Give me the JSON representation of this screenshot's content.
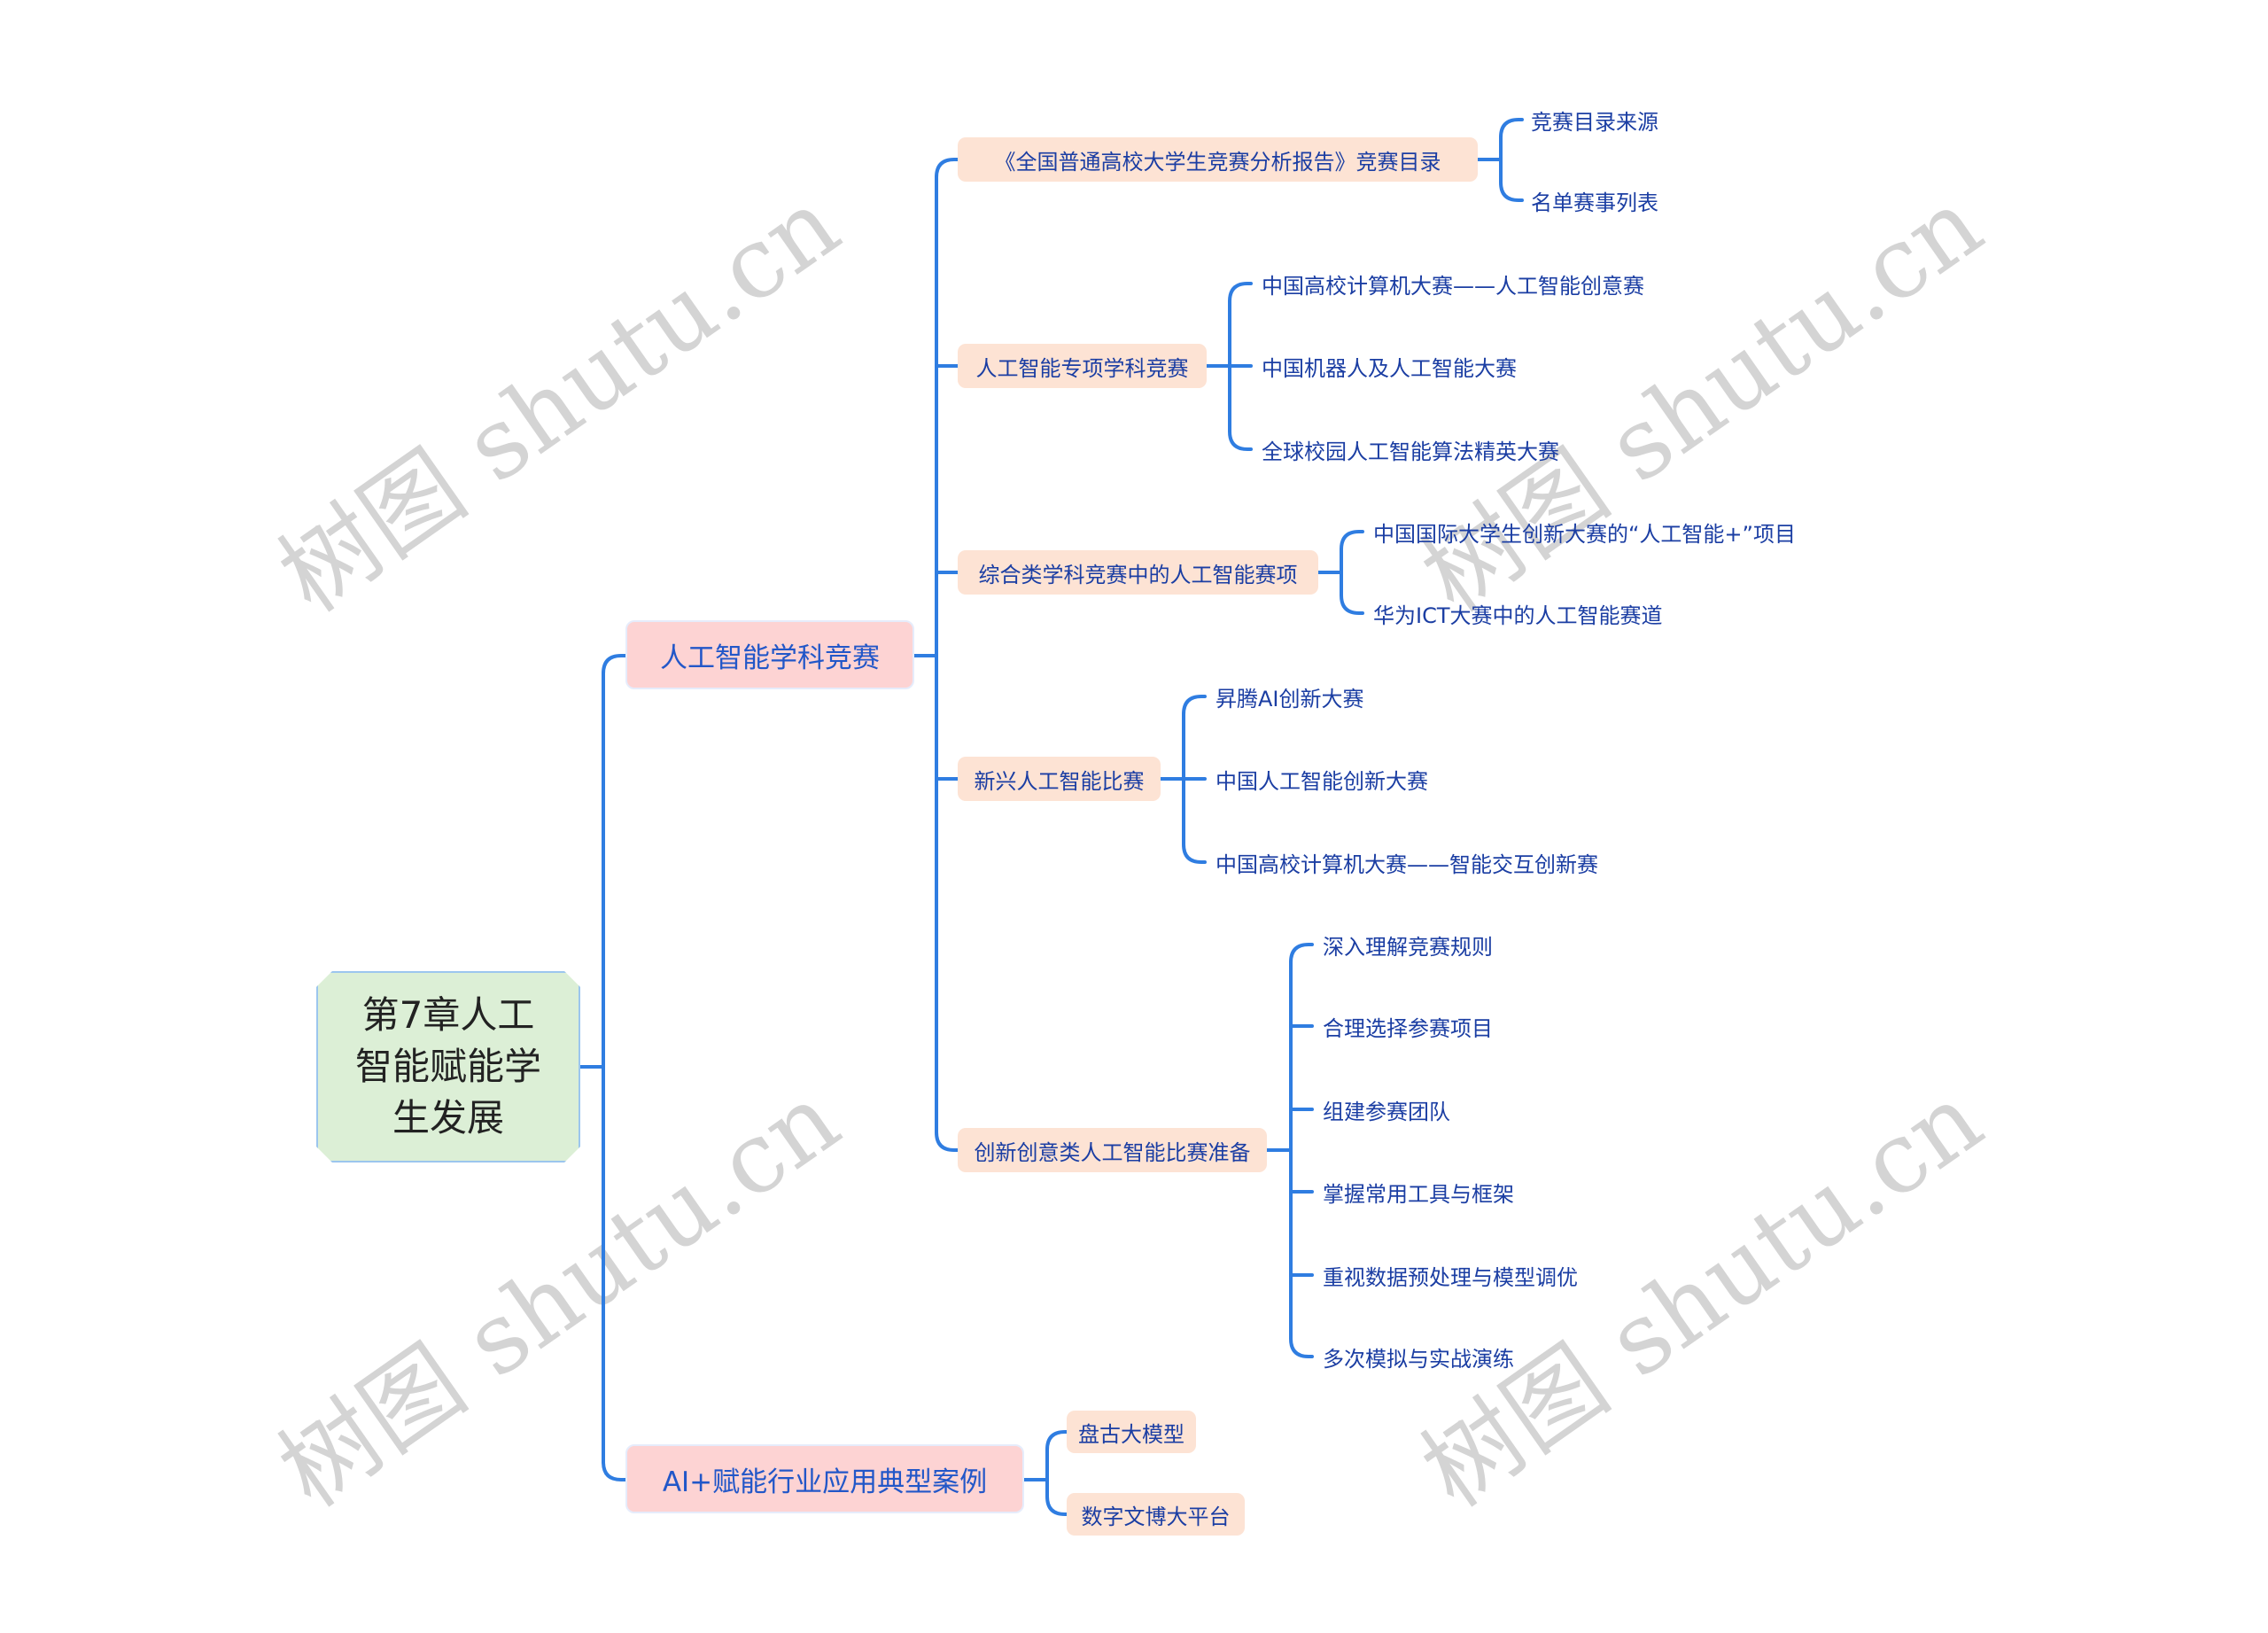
{
  "mindmap": {
    "root": {
      "label": "第7章人工智能赋能学生发展",
      "lines": [
        "第7章人工",
        "智能赋能学",
        "生发展"
      ]
    },
    "branches": [
      {
        "label": "人工智能学科竞赛",
        "children": [
          {
            "label": "《全国普通高校大学生竞赛分析报告》竞赛目录",
            "children": [
              "竞赛目录来源",
              "名单赛事列表"
            ]
          },
          {
            "label": "人工智能专项学科竞赛",
            "children": [
              "中国高校计算机大赛——人工智能创意赛",
              "中国机器人及人工智能大赛",
              "全球校园人工智能算法精英大赛"
            ]
          },
          {
            "label": "综合类学科竞赛中的人工智能赛项",
            "children": [
              "中国国际大学生创新大赛的“人工智能+”项目",
              "华为ICT大赛中的人工智能赛道"
            ]
          },
          {
            "label": "新兴人工智能比赛",
            "children": [
              "昇腾AI创新大赛",
              "中国人工智能创新大赛",
              "中国高校计算机大赛——智能交互创新赛"
            ]
          },
          {
            "label": "创新创意类人工智能比赛准备",
            "children": [
              "深入理解竞赛规则",
              "合理选择参赛项目",
              "组建参赛团队",
              "掌握常用工具与框架",
              "重视数据预处理与模型调优",
              "多次模拟与实战演练"
            ]
          }
        ]
      },
      {
        "label": "AI+赋能行业应用典型案例",
        "children": [
          {
            "label": "盘古大模型",
            "children": []
          },
          {
            "label": "数字文博大平台",
            "children": []
          }
        ]
      }
    ]
  },
  "watermark": {
    "text": "树图 shutu.cn"
  },
  "colors": {
    "connector": "#2f7de1",
    "root_fill": "#dcefd6",
    "level1_fill": "#fdd3d3",
    "level2_fill": "#fde3d4",
    "text_dark_blue": "#1b3ea3",
    "text_blue": "#2257c8"
  }
}
